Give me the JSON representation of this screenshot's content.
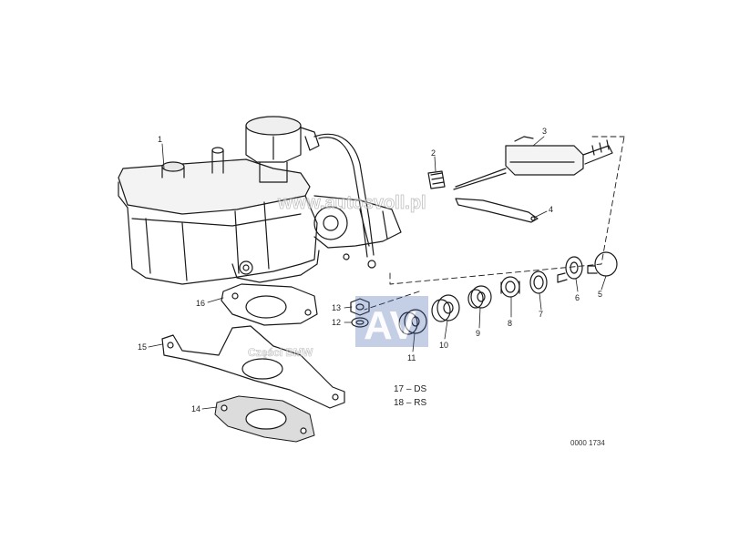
{
  "callouts": [
    "1",
    "2",
    "3",
    "4",
    "5",
    "6",
    "7",
    "8",
    "9",
    "10",
    "11",
    "12",
    "13",
    "14",
    "15",
    "16"
  ],
  "notes": [
    "17 – DS",
    "18 – RS"
  ],
  "drawing_code": "0000 1734",
  "watermarks": {
    "url": "www.autosvoll.pl",
    "brand": "Części BMW",
    "logo": "AV"
  },
  "colors": {
    "line": "#1a1a1a",
    "watermark_blue": "#3c5fa8"
  }
}
